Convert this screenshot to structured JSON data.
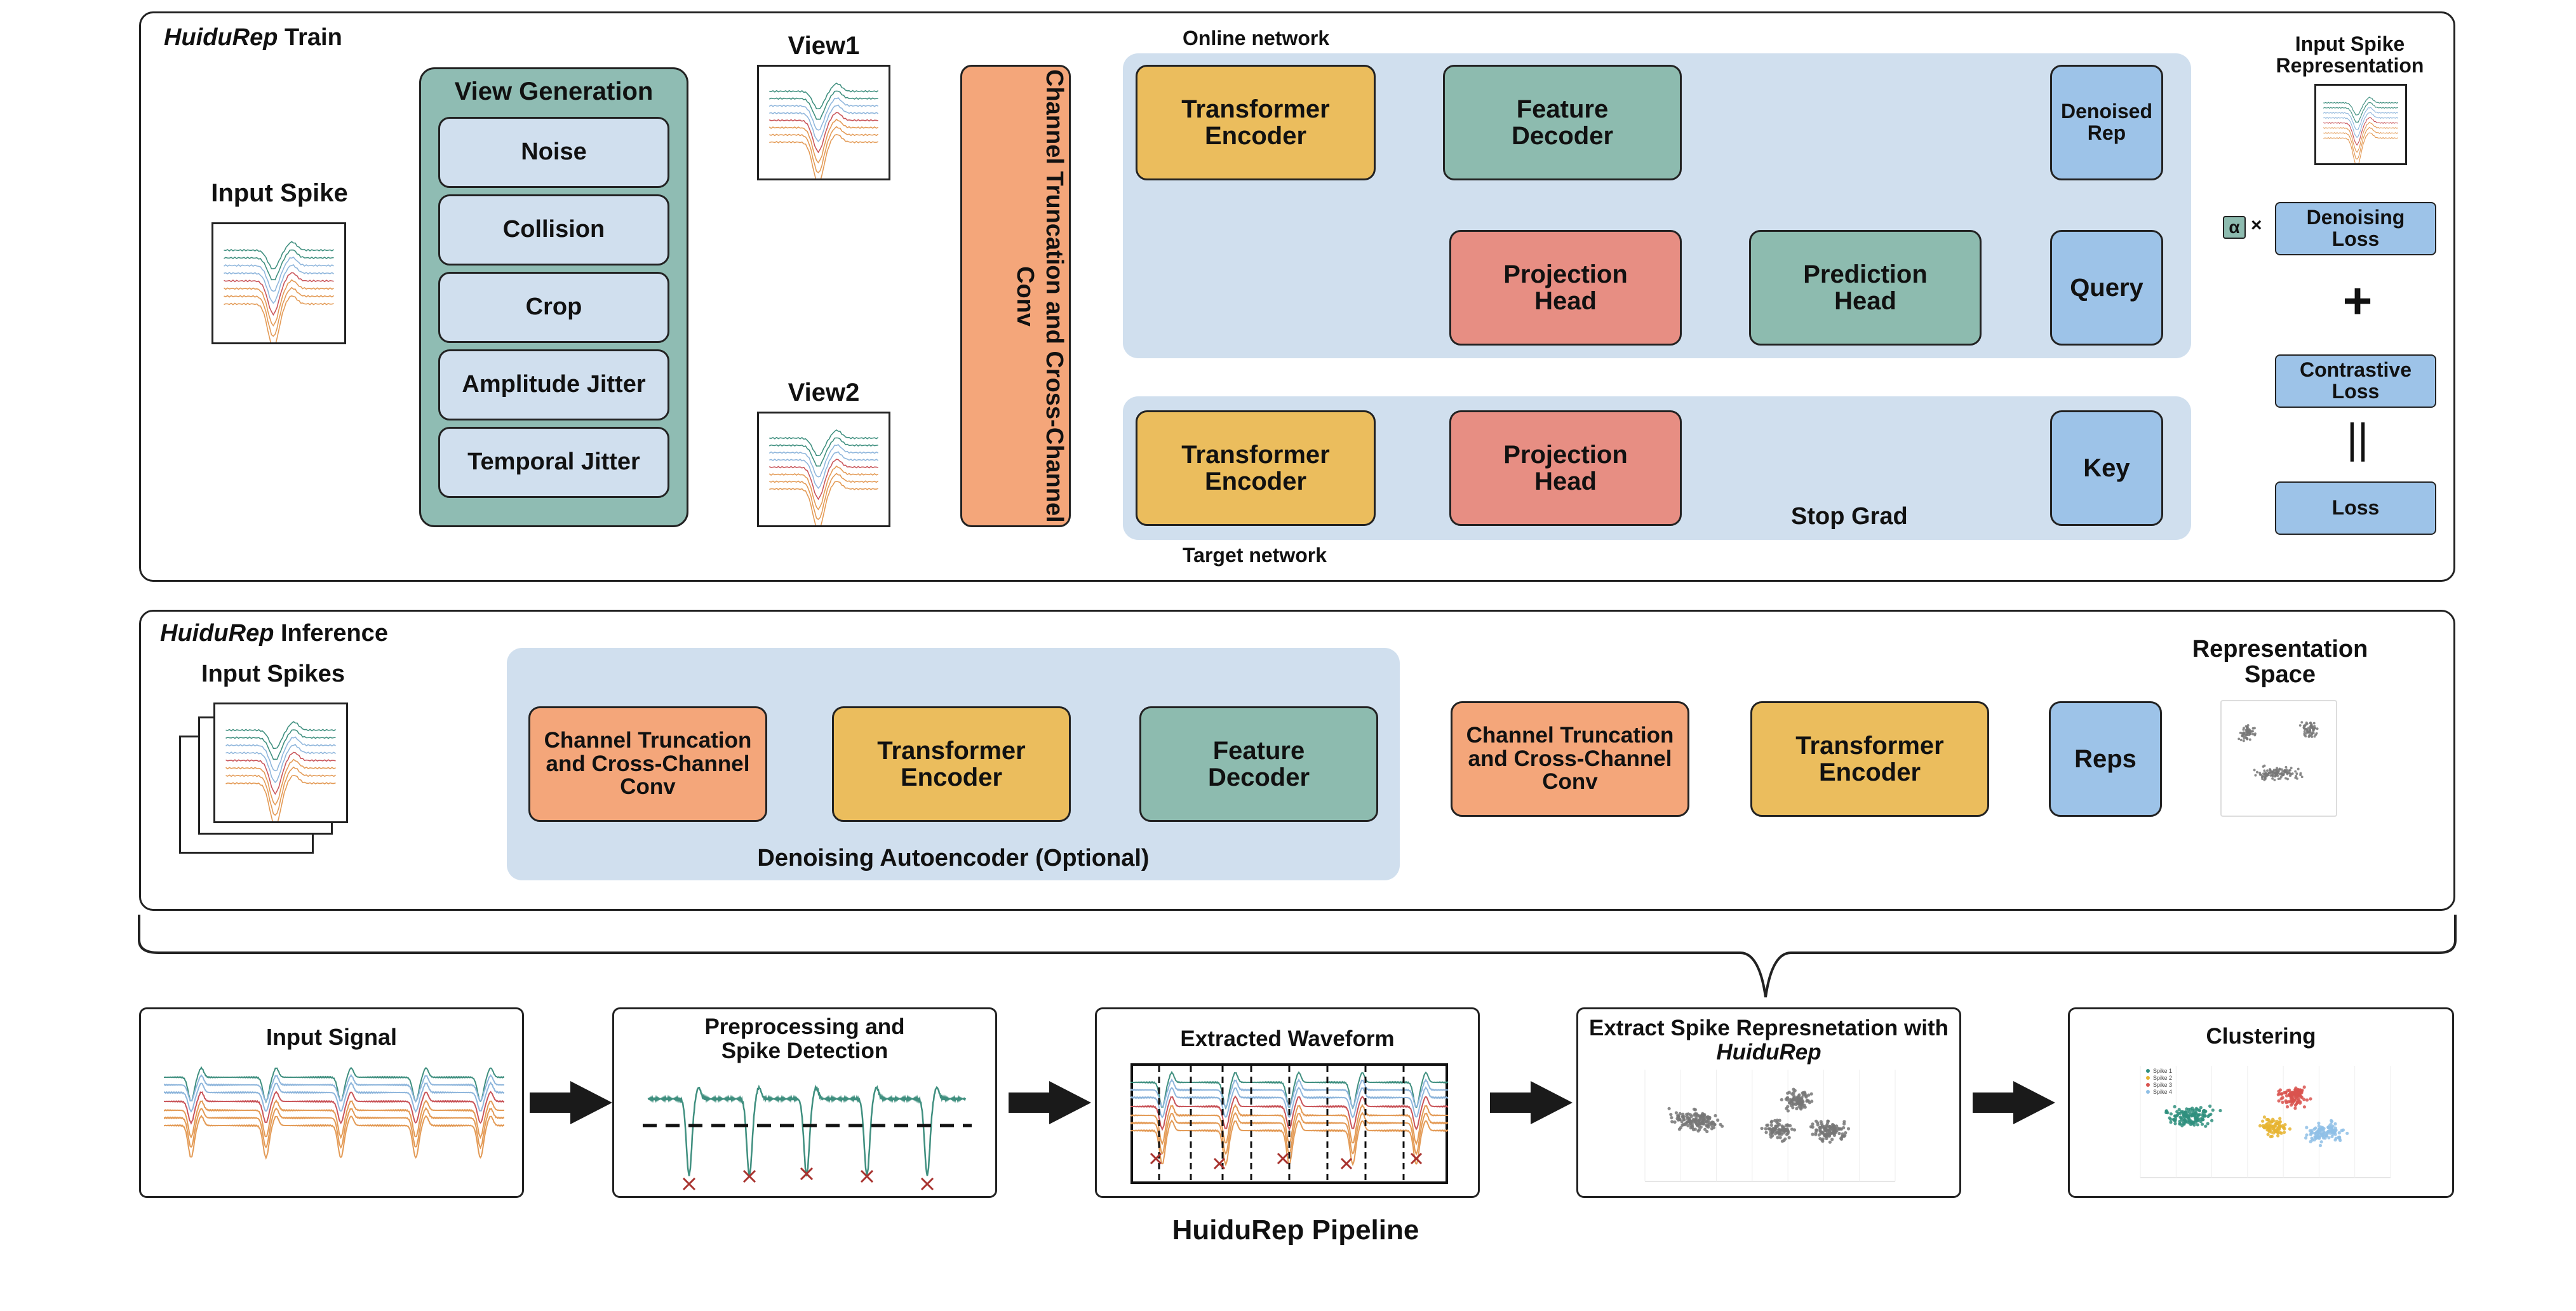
{
  "train": {
    "title_italic": "HuiduRep",
    "title_rest": " Train",
    "input_spike": "Input Spike",
    "view_generation": "View Generation",
    "augmentations": [
      "Noise",
      "Collision",
      "Crop",
      "Amplitude Jitter",
      "Temporal Jitter"
    ],
    "view1": "View1",
    "view2": "View2",
    "channel_conv": "Channel Truncation and Cross-Channel Conv",
    "online_network": "Online network",
    "target_network": "Target network",
    "transformer_encoder": "Transformer Encoder",
    "feature_decoder": "Feature Decoder",
    "denoised_rep": "Denoised Rep",
    "projection_head": "Projection Head",
    "prediction_head": "Prediction Head",
    "query": "Query",
    "key": "Key",
    "stop_grad": "Stop Grad",
    "input_spike_representation": "Input Spike Representation",
    "alpha": "α",
    "times": "×",
    "denoising_loss": "Denoising Loss",
    "plus": "+",
    "contrastive_loss": "Contrastive Loss",
    "equals": "||",
    "loss": "Loss"
  },
  "inference": {
    "title_italic": "HuiduRep",
    "title_rest": " Inference",
    "input_spikes": "Input Spikes",
    "channel_conv": "Channel Truncation and Cross-Channel Conv",
    "transformer_encoder": "Transformer Encoder",
    "feature_decoder": "Feature Decoder",
    "denoising_autoencoder": "Denoising Autoencoder (Optional)",
    "reps": "Reps",
    "representation_space": "Representation Space"
  },
  "pipeline": {
    "title": "HuiduRep Pipeline",
    "steps": {
      "input_signal": "Input Signal",
      "preprocessing": "Preprocessing and Spike Detection",
      "extracted_waveform": "Extracted Waveform",
      "extract_rep_prefix": "Extract Spike Represnetation with ",
      "extract_rep_italic": "HuiduRep",
      "clustering": "Clustering"
    },
    "cluster_legend": [
      "Spike 1",
      "Spike 2",
      "Spike 3",
      "Spike 4"
    ]
  },
  "colors": {
    "green": "#8fbcb3",
    "lightblue": "#d0dfee",
    "orange": "#f4a67a",
    "yellow": "#ebbd5d",
    "red": "#e78e83",
    "blue": "#9dc3e8",
    "greenbox": "#8dbbaf",
    "trace_green": "#3f8f7f",
    "trace_red": "#c9555a",
    "trace_orange": "#e39a55",
    "trace_blue": "#8fb6dc",
    "cluster_teal": "#2f8f7e",
    "cluster_yellow": "#e6b431",
    "cluster_red": "#d9534f",
    "cluster_blue": "#8fbfe6"
  }
}
